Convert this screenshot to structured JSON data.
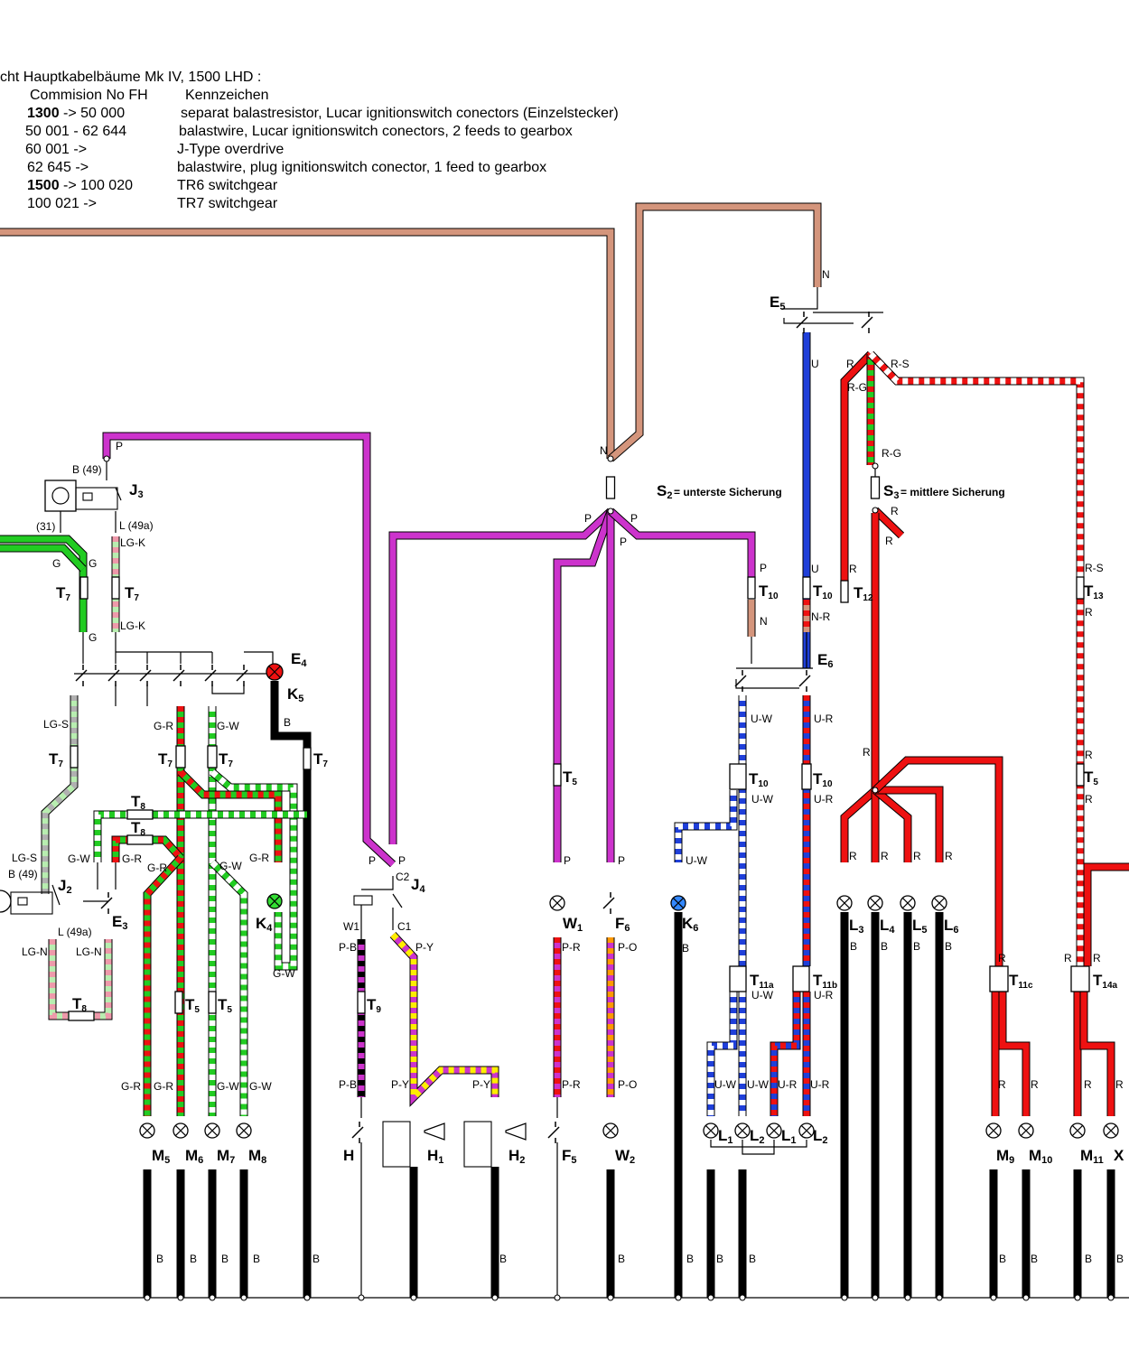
{
  "header": {
    "title": "cht Hauptkabelbäume Mk IV, 1500 LHD :",
    "col1": "Commision No FH",
    "col2": "Kennzeichen",
    "rows": [
      {
        "bold": "1300",
        "range": " -> 50 000",
        "desc": "separat balastresistor, Lucar ignitionswitch conectors (Einzelstecker)"
      },
      {
        "bold": "",
        "range": "50 001 - 62 644",
        "desc": "balastwire, Lucar ignitionswitch conectors, 2 feeds to gearbox"
      },
      {
        "bold": "",
        "range": "60 001 ->",
        "desc": "J-Type overdrive"
      },
      {
        "bold": "",
        "range": "62 645 ->",
        "desc": "balastwire, plug ignitionswitch conector, 1 feed to gearbox"
      },
      {
        "bold": "1500",
        "range": " -> 100 020",
        "desc": "TR6 switchgear"
      },
      {
        "bold": "",
        "range": "100 021 ->",
        "desc": "TR7 switchgear"
      }
    ]
  },
  "fuses": {
    "s2_sym": "S",
    "s2_sub": "2",
    "s2_text": " = unterste Sicherung",
    "s3_sym": "S",
    "s3_sub": "3",
    "s3_text": " = mittlere Sicherung"
  },
  "components": [
    {
      "id": "E5",
      "main": "E",
      "sub": "5"
    },
    {
      "id": "J3",
      "main": "J",
      "sub": "3"
    },
    {
      "id": "E4",
      "main": "E",
      "sub": "4"
    },
    {
      "id": "K5",
      "main": "K",
      "sub": "5"
    },
    {
      "id": "E6",
      "main": "E",
      "sub": "6"
    },
    {
      "id": "J2",
      "main": "J",
      "sub": "2"
    },
    {
      "id": "E3",
      "main": "E",
      "sub": "3"
    },
    {
      "id": "K4",
      "main": "K",
      "sub": "4"
    },
    {
      "id": "J4",
      "main": "J",
      "sub": "4"
    },
    {
      "id": "W1",
      "main": "W",
      "sub": "1"
    },
    {
      "id": "F6",
      "main": "F",
      "sub": "6"
    },
    {
      "id": "K6",
      "main": "K",
      "sub": "6"
    },
    {
      "id": "L3",
      "main": "L",
      "sub": "3"
    },
    {
      "id": "L4",
      "main": "L",
      "sub": "4"
    },
    {
      "id": "L5",
      "main": "L",
      "sub": "5"
    },
    {
      "id": "L6",
      "main": "L",
      "sub": "6"
    },
    {
      "id": "M5",
      "main": "M",
      "sub": "5"
    },
    {
      "id": "M6",
      "main": "M",
      "sub": "6"
    },
    {
      "id": "M7",
      "main": "M",
      "sub": "7"
    },
    {
      "id": "M8",
      "main": "M",
      "sub": "8"
    },
    {
      "id": "H",
      "main": "H",
      "sub": ""
    },
    {
      "id": "H1",
      "main": "H",
      "sub": "1"
    },
    {
      "id": "H2",
      "main": "H",
      "sub": "2"
    },
    {
      "id": "F5",
      "main": "F",
      "sub": "5"
    },
    {
      "id": "W2",
      "main": "W",
      "sub": "2"
    },
    {
      "id": "L1a",
      "main": "L",
      "sub": "1"
    },
    {
      "id": "L2a",
      "main": "L",
      "sub": "2"
    },
    {
      "id": "L1b",
      "main": "L",
      "sub": "1"
    },
    {
      "id": "L2b",
      "main": "L",
      "sub": "2"
    },
    {
      "id": "M9",
      "main": "M",
      "sub": "9"
    },
    {
      "id": "M10",
      "main": "M",
      "sub": "10"
    },
    {
      "id": "M11",
      "main": "M",
      "sub": "11"
    },
    {
      "id": "X",
      "main": "X",
      "sub": ""
    }
  ],
  "connectors": [
    {
      "id": "T7a",
      "main": "T",
      "sub": "7"
    },
    {
      "id": "T7b",
      "main": "T",
      "sub": "7"
    },
    {
      "id": "T7c",
      "main": "T",
      "sub": "7"
    },
    {
      "id": "T7d",
      "main": "T",
      "sub": "7"
    },
    {
      "id": "T7e",
      "main": "T",
      "sub": "7"
    },
    {
      "id": "T7f",
      "main": "T",
      "sub": "7"
    },
    {
      "id": "T8a",
      "main": "T",
      "sub": "8"
    },
    {
      "id": "T8b",
      "main": "T",
      "sub": "8"
    },
    {
      "id": "T8c",
      "main": "T",
      "sub": "8"
    },
    {
      "id": "T5a",
      "main": "T",
      "sub": "5"
    },
    {
      "id": "T5b",
      "main": "T",
      "sub": "5"
    },
    {
      "id": "T5c",
      "main": "T",
      "sub": "5"
    },
    {
      "id": "T5d",
      "main": "T",
      "sub": "5"
    },
    {
      "id": "T9",
      "main": "T",
      "sub": "9"
    },
    {
      "id": "T10a",
      "main": "T",
      "sub": "10"
    },
    {
      "id": "T10b",
      "main": "T",
      "sub": "10"
    },
    {
      "id": "T10c",
      "main": "T",
      "sub": "10"
    },
    {
      "id": "T10d",
      "main": "T",
      "sub": "10"
    },
    {
      "id": "T12",
      "main": "T",
      "sub": "12"
    },
    {
      "id": "T13",
      "main": "T",
      "sub": "13"
    },
    {
      "id": "T11a",
      "main": "T",
      "sub": "11a"
    },
    {
      "id": "T11b",
      "main": "T",
      "sub": "11b"
    },
    {
      "id": "T11c",
      "main": "T",
      "sub": "11c"
    },
    {
      "id": "T14a",
      "main": "T",
      "sub": "14a"
    }
  ],
  "wire_labels": {
    "N": "N",
    "P": "P",
    "U": "U",
    "R": "R",
    "RS": "R-S",
    "RG": "R-G",
    "NR": "N-R",
    "UW": "U-W",
    "UR": "U-R",
    "G": "G",
    "LGK": "LG-K",
    "LGS": "LG-S",
    "LGN": "LG-N",
    "GR": "G-R",
    "GW": "G-W",
    "B": "B",
    "PR": "P-R",
    "PO": "P-O",
    "PB": "P-B",
    "PY": "P-Y",
    "W1": "W1",
    "C1": "C1",
    "C2": "C2",
    "B49": "B (49)",
    "L49a": "L (49a)",
    "p31": "(31)"
  },
  "colors": {
    "N": "#d4957c",
    "P": "#cc33cc",
    "U": "#1f3fd9",
    "R": "#ee1111",
    "G": "#22cc22",
    "LG": "#b8eeb0",
    "B": "#000000",
    "W": "#ffffff",
    "Y": "#ffee00",
    "O": "#ff9900",
    "K": "#ee99aa",
    "S": "#b0b0b0",
    "lamp_red": "#ee1111",
    "lamp_green": "#33dd33",
    "lamp_blue": "#3388ff"
  }
}
